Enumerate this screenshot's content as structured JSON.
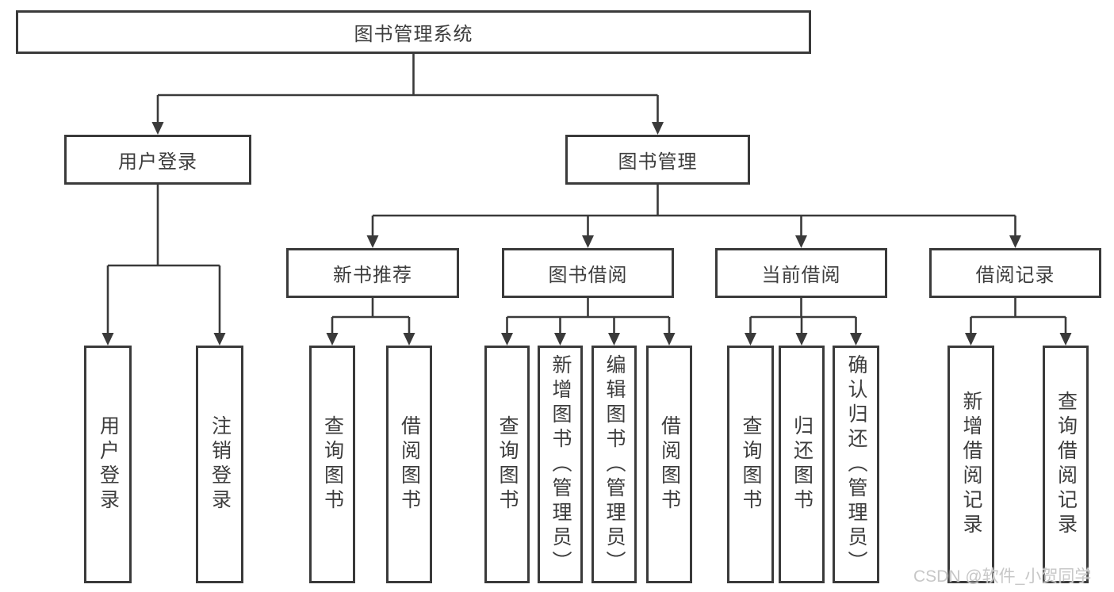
{
  "tree": {
    "root": {
      "label": "图书管理系统"
    },
    "branches": [
      {
        "label": "用户登录",
        "children": [
          {
            "label": "用户登录"
          },
          {
            "label": "注销登录"
          }
        ]
      },
      {
        "label": "图书管理",
        "groups": [
          {
            "label": "新书推荐",
            "children": [
              {
                "label": "查询图书"
              },
              {
                "label": "借阅图书"
              }
            ]
          },
          {
            "label": "图书借阅",
            "children": [
              {
                "label": "查询图书"
              },
              {
                "label": "新增图书（管理员）"
              },
              {
                "label": "编辑图书（管理员）"
              },
              {
                "label": "借阅图书"
              }
            ]
          },
          {
            "label": "当前借阅",
            "children": [
              {
                "label": "查询图书"
              },
              {
                "label": "归还图书"
              },
              {
                "label": "确认归还（管理员）"
              }
            ]
          },
          {
            "label": "借阅记录",
            "children": [
              {
                "label": "新增借阅记录"
              },
              {
                "label": "查询借阅记录"
              }
            ]
          }
        ]
      }
    ]
  },
  "watermark": {
    "text": "CSDN @软件_小贺同学"
  },
  "colors": {
    "line": "#3a3a3a",
    "text": "#3d3d3d",
    "watermark": "#c7c7c7",
    "background": "#ffffff"
  }
}
